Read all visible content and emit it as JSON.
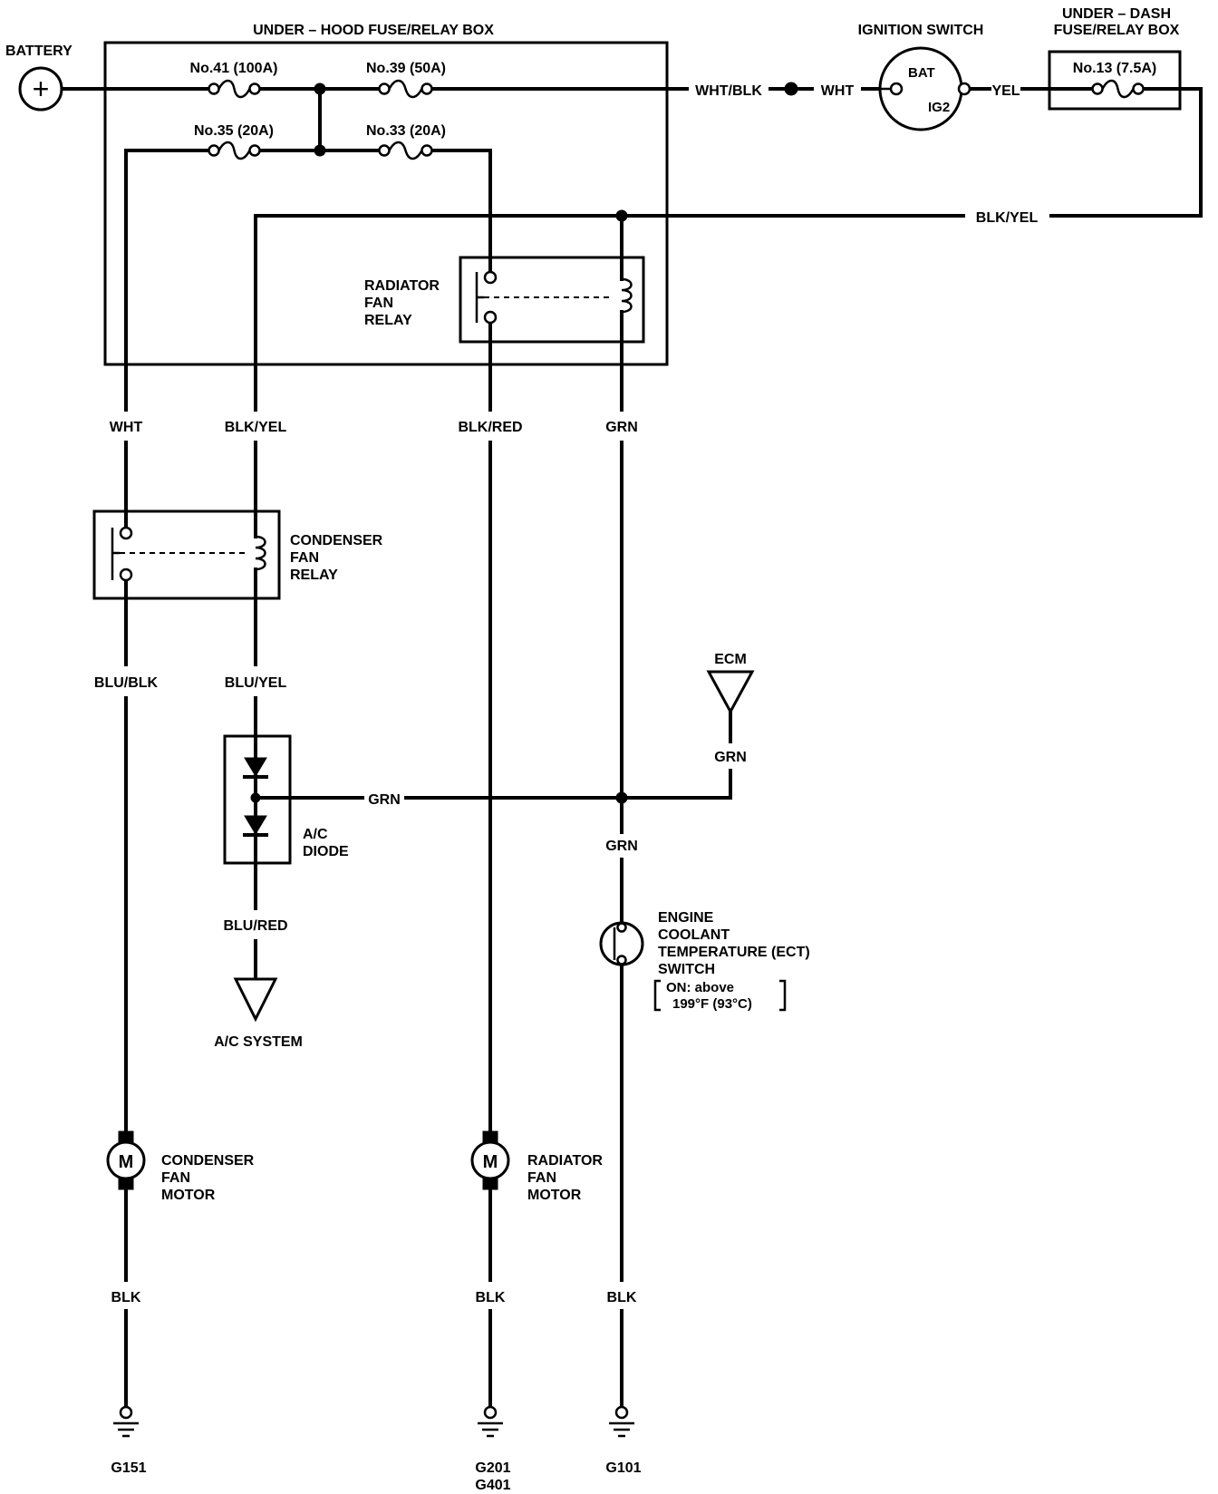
{
  "labels": {
    "battery": "BATTERY",
    "underhood_box": "UNDER – HOOD FUSE/RELAY BOX",
    "fuse41": "No.41 (100A)",
    "fuse39": "No.39 (50A)",
    "fuse35": "No.35 (20A)",
    "fuse33": "No.33 (20A)",
    "ignition_switch": "IGNITION SWITCH",
    "bat": "BAT",
    "ig2": "IG2",
    "underdash_box_1": "UNDER – DASH",
    "underdash_box_2": "FUSE/RELAY BOX",
    "fuse13": "No.13 (7.5A)",
    "radiator_fan_relay": [
      "RADIATOR",
      "FAN",
      "RELAY"
    ],
    "condenser_fan_relay": [
      "CONDENSER",
      "FAN",
      "RELAY"
    ],
    "ecm": "ECM",
    "ac_diode": [
      "A/C",
      "DIODE"
    ],
    "ac_system": "A/C SYSTEM",
    "ect_switch": [
      "ENGINE",
      "COOLANT",
      "TEMPERATURE (ECT)",
      "SWITCH"
    ],
    "ect_condition": [
      "ON: above",
      "199°F (93°C)"
    ],
    "condenser_fan_motor": [
      "CONDENSER",
      "FAN",
      "MOTOR"
    ],
    "radiator_fan_motor": [
      "RADIATOR",
      "FAN",
      "MOTOR"
    ],
    "motor_symbol": "M",
    "battery_symbol": "+",
    "g151": "G151",
    "g201": "G201",
    "g401": "G401",
    "g101": "G101"
  },
  "wires": {
    "wht_blk": "WHT/BLK",
    "wht_ign": "WHT",
    "yel": "YEL",
    "blk_yel_top": "BLK/YEL",
    "wht": "WHT",
    "blk_yel": "BLK/YEL",
    "blk_red": "BLK/RED",
    "grn_1": "GRN",
    "blu_blk": "BLU/BLK",
    "blu_yel": "BLU/YEL",
    "grn_ecm": "GRN",
    "grn_h": "GRN",
    "grn_2": "GRN",
    "blu_red": "BLU/RED",
    "blk_1": "BLK",
    "blk_2": "BLK",
    "blk_3": "BLK"
  }
}
